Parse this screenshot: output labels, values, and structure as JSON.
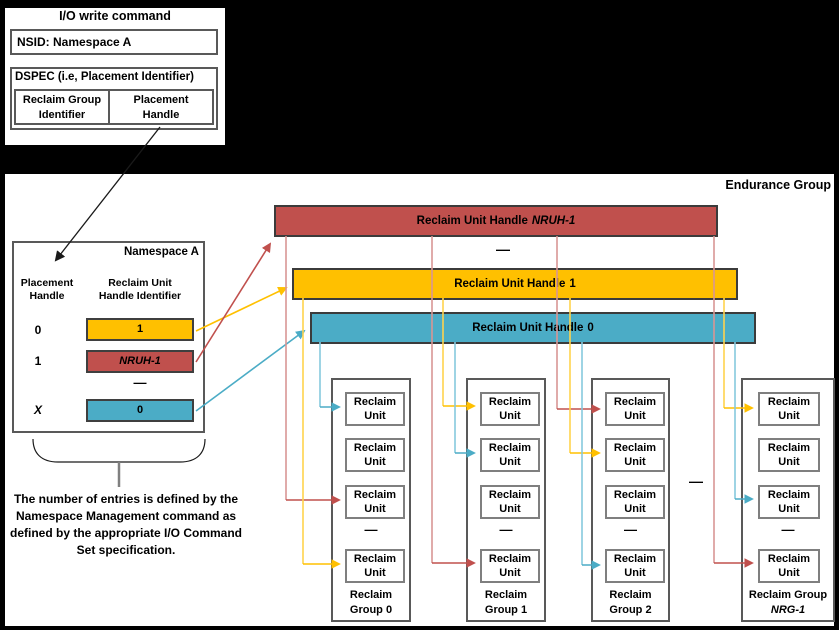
{
  "colors": {
    "red": "#C0504D",
    "red_line": "#D99694",
    "yellow": "#FFC000",
    "yellow_line": "#FFD34D",
    "blue": "#4BACC6",
    "blue_line": "#85C9DD",
    "box_border_gray": "#595959",
    "unit_border_gray": "#7F7F7F"
  },
  "io_command": {
    "title": "I/O write command",
    "nsid": "NSID: Namespace A",
    "dspec_label": "DSPEC (i.e, Placement Identifier)",
    "cell_left": "Reclaim Group\nIdentifier",
    "cell_right": "Placement\nHandle"
  },
  "endurance_group_label": "Endurance Group",
  "namespace_table": {
    "title": "Namespace A",
    "col_handle_header": "Placement\nHandle",
    "col_ruh_header": "Reclaim Unit\nHandle Identifier",
    "rows": [
      {
        "handle": "0",
        "ruh": "1"
      },
      {
        "handle": "1",
        "ruh": "NRUH-1"
      },
      {
        "handle": "X",
        "ruh": "0"
      }
    ],
    "ellipsis": "—"
  },
  "ruh_bars": [
    {
      "prefix": "Reclaim Unit Handle",
      "value": "NRUH-1"
    },
    {
      "prefix": "Reclaim Unit Handle",
      "value": "1"
    },
    {
      "prefix": "Reclaim Unit Handle",
      "value": "0"
    }
  ],
  "bars_ellipsis": "—",
  "unit_label": "Reclaim\nUnit",
  "unit_ellipsis": "—",
  "groups": [
    {
      "label_line1": "Reclaim",
      "label_line2": "Group 0"
    },
    {
      "label_line1": "Reclaim",
      "label_line2": "Group 1"
    },
    {
      "label_line1": "Reclaim",
      "label_line2": "Group 2"
    },
    {
      "label_line1": "Reclaim Group",
      "label_line2": "NRG-1"
    }
  ],
  "groups_ellipsis": "—",
  "note": "The number of entries is defined by the Namespace Management command as defined by the appropriate I/O Command Set specification."
}
